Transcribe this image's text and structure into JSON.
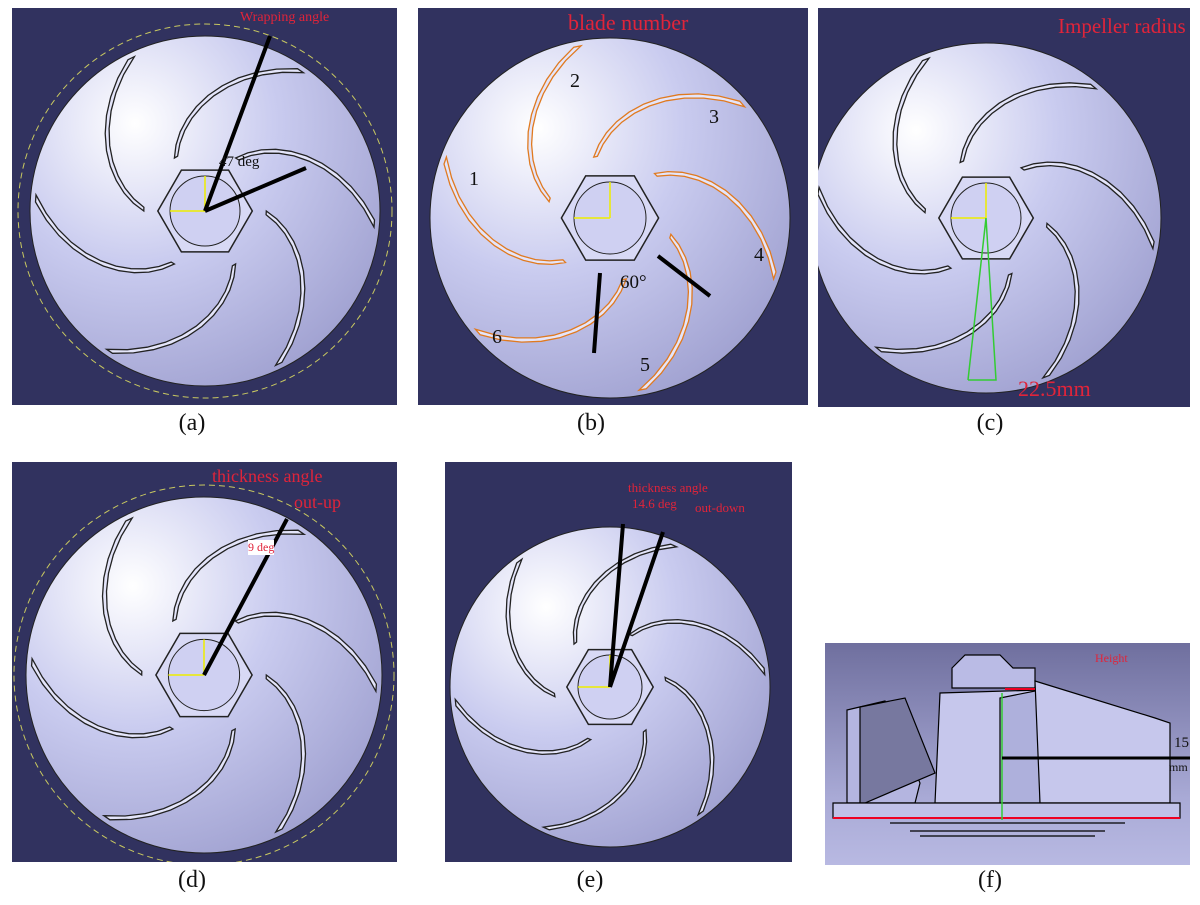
{
  "panels": [
    {
      "caption": "(a)",
      "label": "Wrapping angle",
      "angle_value": "47 deg"
    },
    {
      "caption": "(b)",
      "label": "blade number",
      "blade_numbers": [
        "1",
        "2",
        "3",
        "4",
        "5",
        "6"
      ],
      "angle_value": "60°"
    },
    {
      "caption": "(c)",
      "label": "Impeller radius",
      "dimension": "22.5mm"
    },
    {
      "caption": "(d)",
      "label_line1": "thickness angle",
      "label_line2": "out-up",
      "angle_value": "9 deg"
    },
    {
      "caption": "(e)",
      "label_line1": "thickness angle",
      "angle_value": "14.6 deg",
      "label_line2": "out-down"
    },
    {
      "caption": "(f)",
      "label": "Height",
      "dimension_value": "15",
      "dimension_unit": "mm"
    }
  ],
  "colors": {
    "background": "#31325f",
    "annotation": "#e0243a",
    "impeller": "#c8c9ee",
    "dim_line": "#111111"
  }
}
